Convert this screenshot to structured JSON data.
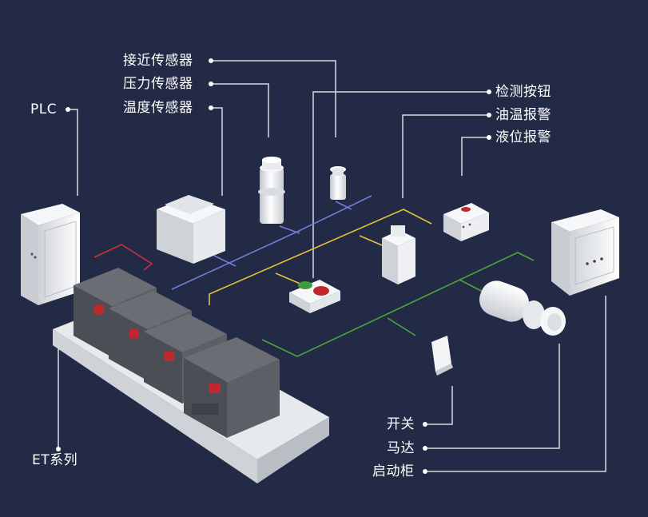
{
  "labels": {
    "plc": "PLC",
    "proximity_sensor": "接近传感器",
    "pressure_sensor": "压力传感器",
    "temperature_sensor": "温度传感器",
    "test_button": "检测按钮",
    "oil_temp_alarm": "油温报警",
    "level_alarm": "液位报警",
    "switch": "开关",
    "motor": "马达",
    "starter_cabinet": "启动柜",
    "et_series": "ET系列"
  },
  "colors": {
    "background": "#232a45",
    "callout_line": "#d6d9e0",
    "wire_blue": "#6f7fd6",
    "wire_yellow": "#e2c23a",
    "wire_green": "#4fa33a",
    "wire_red": "#c8343a",
    "device_body": "#e9ecef",
    "module_dark": "#5a5d64",
    "module_red": "#c0282e"
  }
}
